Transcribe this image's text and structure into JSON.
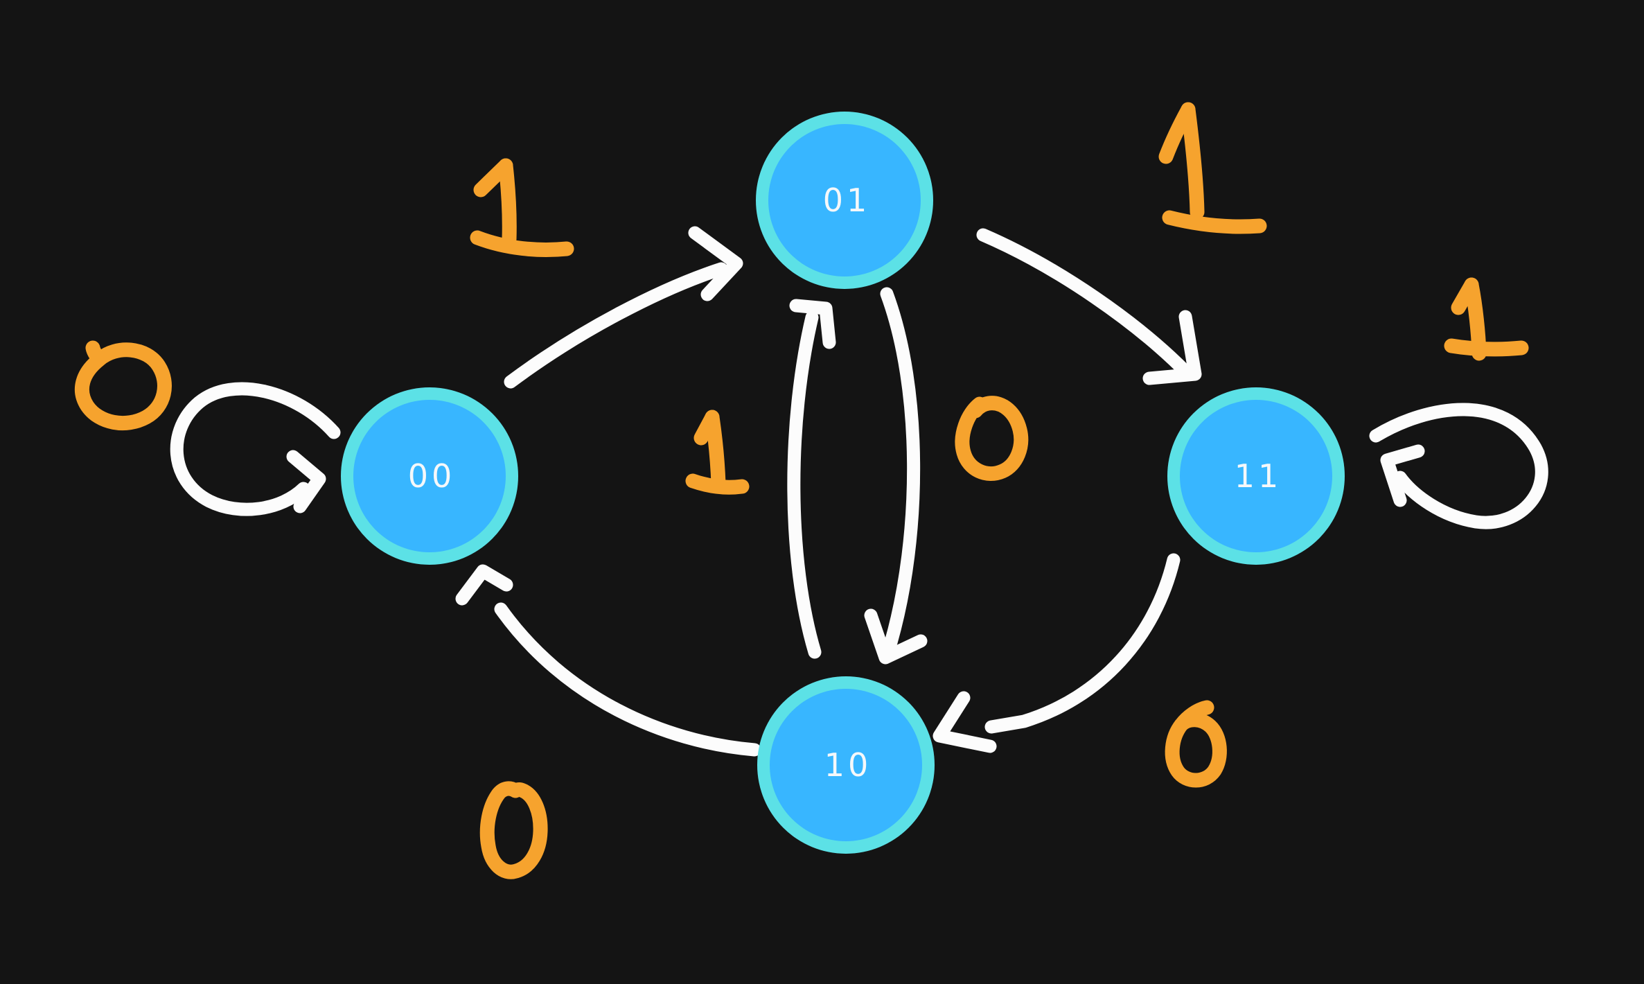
{
  "diagram": {
    "type": "finite-state-machine",
    "states": {
      "s00": {
        "label": "00"
      },
      "s01": {
        "label": "01"
      },
      "s10": {
        "label": "10"
      },
      "s11": {
        "label": "11"
      }
    },
    "transitions": {
      "t00_self": {
        "from": "00",
        "to": "00",
        "label": "0"
      },
      "t00_01": {
        "from": "00",
        "to": "01",
        "label": "1"
      },
      "t01_11": {
        "from": "01",
        "to": "11",
        "label": "1"
      },
      "t11_self": {
        "from": "11",
        "to": "11",
        "label": "1"
      },
      "t10_01": {
        "from": "10",
        "to": "01",
        "label": "1"
      },
      "t01_10": {
        "from": "01",
        "to": "10",
        "label": "0"
      },
      "t11_10": {
        "from": "11",
        "to": "10",
        "label": "0"
      },
      "t10_00": {
        "from": "10",
        "to": "00",
        "label": "0"
      }
    },
    "colors": {
      "background": "#141414",
      "state_fill": "#38b6ff",
      "state_border": "#5ce1e6",
      "state_text": "#f5f8fa",
      "arrow": "#fcfcfc",
      "transition_label": "#f6a32e"
    }
  }
}
